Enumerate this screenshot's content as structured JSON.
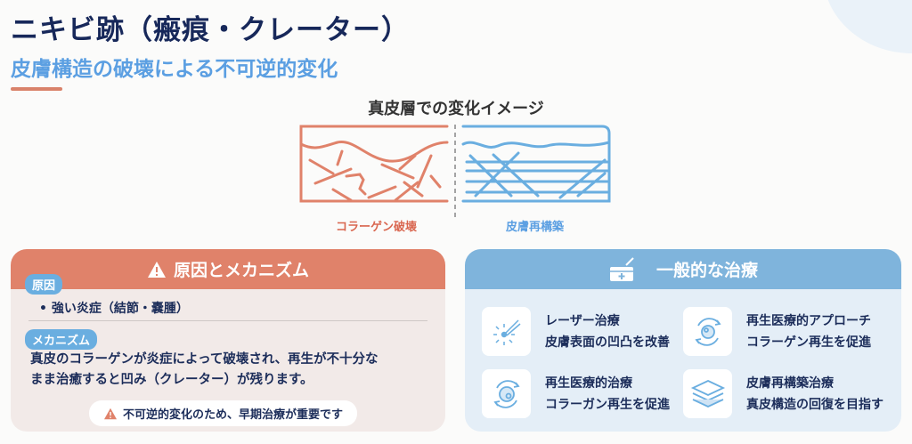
{
  "header": {
    "title": "ニキビ跡（瘢痕・クレーター）",
    "subtitle": "皮膚構造の破壊による不可逆的変化"
  },
  "diagram": {
    "title": "真皮層での変化イメージ",
    "left_label": "コラーゲン破壊",
    "right_label": "皮膚再構築"
  },
  "cause_card": {
    "title": "原因とメカニズム",
    "cause_badge": "原因",
    "cause_item": "• 強い炎症（結節・嚢腫）",
    "mechanism_badge": "メカニズム",
    "mechanism_line1": "真皮のコラーゲンが炎症によって破壊され、再生が不十分な",
    "mechanism_line2": "まま治癒すると凹み（クレーター）が残ります。",
    "warning": "不可逆的変化のため、早期治療が重要です"
  },
  "treatment_card": {
    "title": "一般的な治療",
    "items": [
      {
        "icon": "laser-icon",
        "name": "レーザー治療",
        "desc": "皮膚表面の凹凸を改善"
      },
      {
        "icon": "regeneration-icon",
        "name": "再生医療的アプローチ",
        "desc": "コラーゲン再生を促進"
      },
      {
        "icon": "cell-cycle-icon",
        "name": "再生医療的治療",
        "desc": "コラーガン再生を促進"
      },
      {
        "icon": "layers-icon",
        "name": "皮膚再構築治療",
        "desc": "真皮構造の回復を目指す"
      }
    ]
  },
  "colors": {
    "navy": "#17285a",
    "blue": "#5b9fe2",
    "orange": "#e0826a",
    "lightblue": "#7fb4dc"
  }
}
